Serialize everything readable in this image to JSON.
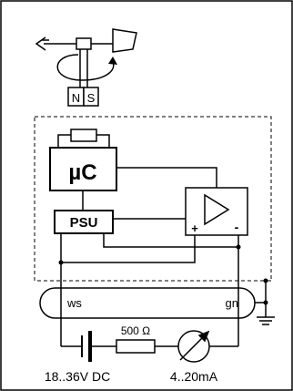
{
  "sensor": {
    "magnet_north": "N",
    "magnet_south": "S"
  },
  "electronics": {
    "microcontroller": "µC",
    "power_supply": "PSU",
    "amp_plus": "+",
    "amp_minus": "-"
  },
  "cable": {
    "wire_left": "ws",
    "wire_right": "gn"
  },
  "loop": {
    "supply_voltage": "18..36V DC",
    "resistor_value": "500 Ω",
    "current_range": "4..20mA"
  },
  "icons": [
    "anemometer-vane-icon",
    "rotation-arrow-icon",
    "ground-icon",
    "battery-icon",
    "resistor-icon",
    "ammeter-icon"
  ],
  "colors": {
    "stroke": "#000000",
    "background": "#ffffff"
  }
}
